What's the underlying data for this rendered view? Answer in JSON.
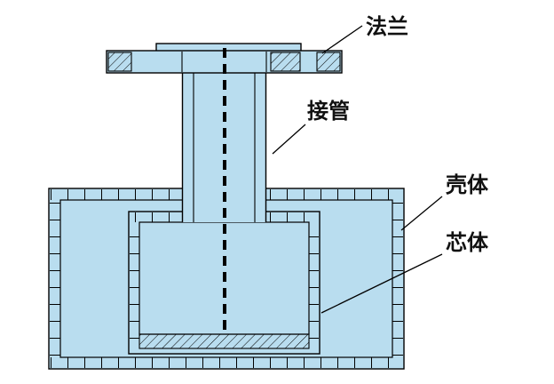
{
  "diagram": {
    "type": "engineering-cross-section",
    "labels": {
      "flange": "法兰",
      "pipe": "接管",
      "shell": "壳体",
      "core": "芯体"
    },
    "colors": {
      "part_fill": "#b9ddef",
      "line": "#000000",
      "label_text": "#111111",
      "background": "#ffffff"
    }
  }
}
